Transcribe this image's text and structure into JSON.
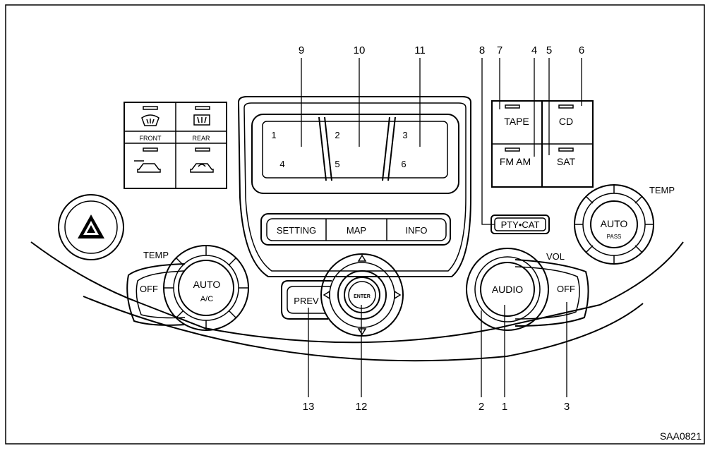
{
  "figure_code": "SAA0821",
  "callouts": [
    "1",
    "2",
    "3",
    "4",
    "5",
    "6",
    "7",
    "8",
    "9",
    "10",
    "11",
    "12",
    "13"
  ],
  "display_presets": [
    "1",
    "2",
    "3",
    "4",
    "5",
    "6"
  ],
  "buttons": {
    "setting": "SETTING",
    "map": "MAP",
    "info": "INFO",
    "tape": "TAPE",
    "cd": "CD",
    "fm_am": "FM AM",
    "sat": "SAT",
    "pty_cat": "PTY•CAT",
    "prev": "PREV",
    "enter": "ENTER",
    "audio": "AUDIO",
    "off_left": "OFF",
    "off_right": "OFF"
  },
  "dials": {
    "left_temp_label": "TEMP",
    "left_auto": "AUTO",
    "left_sub": "A/C",
    "right_temp_label": "TEMP",
    "right_auto": "AUTO",
    "right_sub": "PASS",
    "vol_label": "VOL"
  },
  "defrost": {
    "front": "FRONT",
    "rear": "REAR"
  },
  "icons": [
    "hazard-icon",
    "front-defrost-icon",
    "rear-defrost-icon",
    "fresh-air-icon",
    "recirculation-icon"
  ]
}
